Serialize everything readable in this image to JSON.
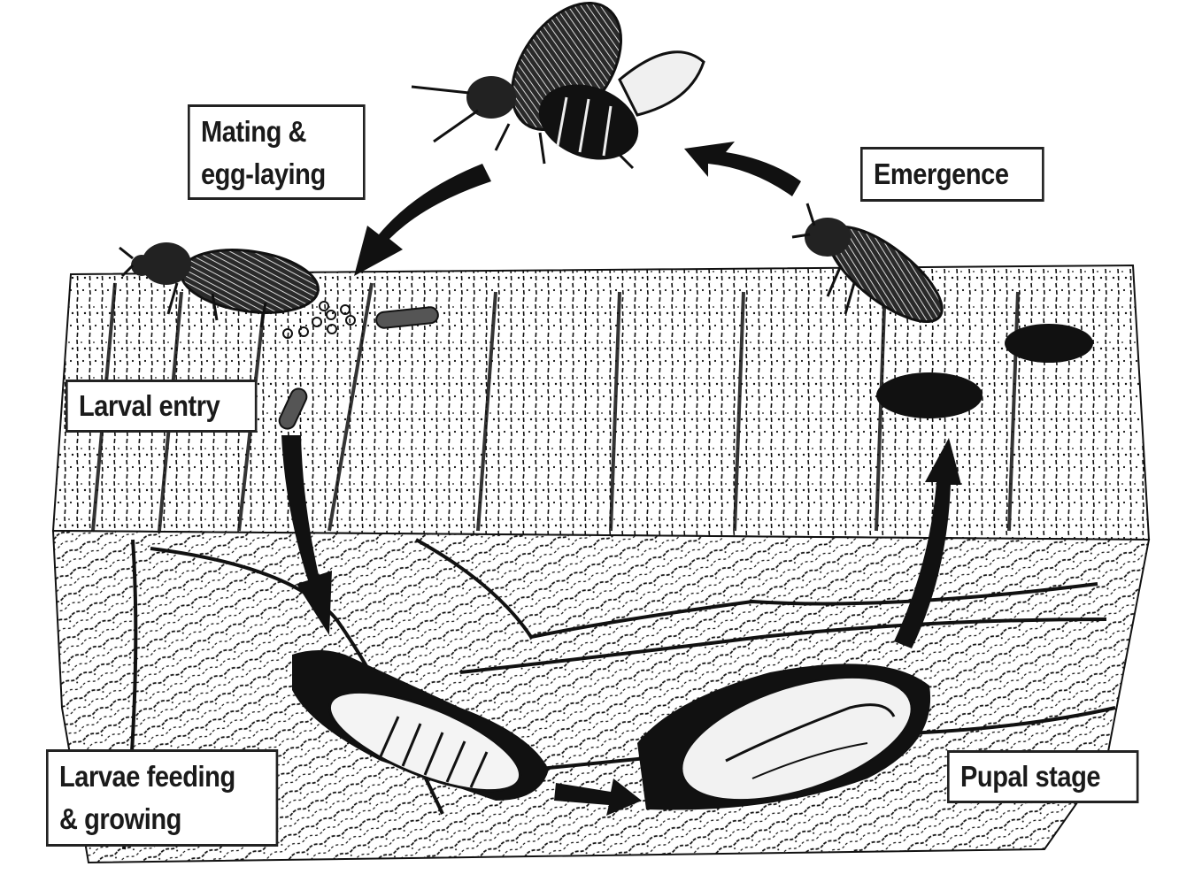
{
  "diagram": {
    "type": "life-cycle",
    "subject": "wood-boring beetle",
    "stages": [
      {
        "id": "mating",
        "lines": [
          "Mating &",
          "egg-laying"
        ]
      },
      {
        "id": "larval_entry",
        "lines": [
          "Larval entry"
        ]
      },
      {
        "id": "larvae_feeding",
        "lines": [
          "Larvae feeding",
          "& growing"
        ]
      },
      {
        "id": "pupal",
        "lines": [
          "Pupal stage"
        ]
      },
      {
        "id": "emergence",
        "lines": [
          "Emergence"
        ]
      }
    ],
    "flow": [
      "mating",
      "larval_entry",
      "larvae_feeding",
      "pupal",
      "emergence",
      "mating"
    ]
  },
  "labels": {
    "mating": {
      "line1": "Mating &",
      "line2": "egg-laying"
    },
    "larval_entry": {
      "line1": "Larval entry"
    },
    "larvae_feeding": {
      "line1": "Larvae feeding",
      "line2": "& growing"
    },
    "pupal": {
      "line1": "Pupal stage"
    },
    "emergence": {
      "line1": "Emergence"
    }
  },
  "colors": {
    "ink": "#111111",
    "paper": "#ffffff",
    "label_border": "#222222"
  }
}
